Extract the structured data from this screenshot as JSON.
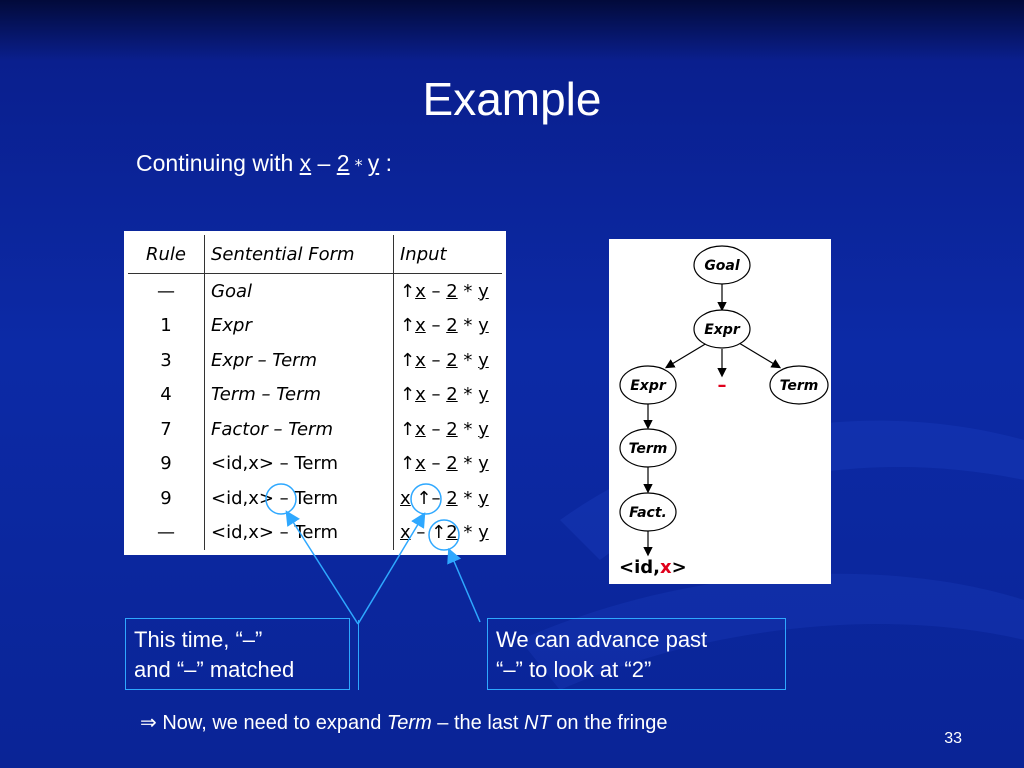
{
  "slide": {
    "title": "Example",
    "subtitle": {
      "prefix": "Continuing with ",
      "x": "x",
      "minus": " – ",
      "two": "2",
      "star": " * ",
      "y": "y",
      "suffix": " :"
    },
    "table": {
      "headers": [
        "Rule",
        "Sentential Form",
        "Input"
      ],
      "rows": [
        {
          "rule": "—",
          "form": "Goal",
          "input": [
            "↑",
            "x",
            " – ",
            "2",
            " * ",
            "y"
          ]
        },
        {
          "rule": "1",
          "form": "Expr",
          "input": [
            "↑",
            "x",
            " – ",
            "2",
            " * ",
            "y"
          ]
        },
        {
          "rule": "3",
          "form": "Expr – Term",
          "input": [
            "↑",
            "x",
            " – ",
            "2",
            " * ",
            "y"
          ]
        },
        {
          "rule": "4",
          "form": "Term – Term",
          "input": [
            "↑",
            "x",
            " – ",
            "2",
            " * ",
            "y"
          ]
        },
        {
          "rule": "7",
          "form": "Factor – Term",
          "input": [
            "↑",
            "x",
            " – ",
            "2",
            " * ",
            "y"
          ]
        },
        {
          "rule": "9",
          "form": "<id,x>  – Term",
          "input": [
            "↑",
            "x",
            " – ",
            "2",
            " * ",
            "y"
          ]
        },
        {
          "rule": "9",
          "form": "<id,x> – Term",
          "input": [
            "",
            "x",
            " ↑– ",
            "2",
            " * ",
            "y"
          ]
        },
        {
          "rule": "—",
          "form": "<id,x> – Term",
          "input": [
            "",
            "x",
            " – ↑",
            "2",
            " * ",
            "y"
          ]
        }
      ]
    },
    "tree": {
      "goal": "Goal",
      "expr": "Expr",
      "expr2": "Expr",
      "minus": "–",
      "term": "Term",
      "term2": "Term",
      "fact": "Fact.",
      "leaf_prefix": "<id,",
      "leaf_x": "x",
      "leaf_suffix": ">"
    },
    "callouts": {
      "left_line1": "This time, “–”",
      "left_line2": "and “–” matched",
      "right_line1": "We can advance past",
      "right_line2": "“–” to look at “2”"
    },
    "note": {
      "arrow": "⇒",
      "a": " Now, we need to expand ",
      "term": "Term",
      "b": " – the last ",
      "nt": "NT",
      "c": " on the fringe"
    },
    "page_number": "33",
    "colors": {
      "accent": "#2ea8ff",
      "red": "#e0001b"
    }
  }
}
